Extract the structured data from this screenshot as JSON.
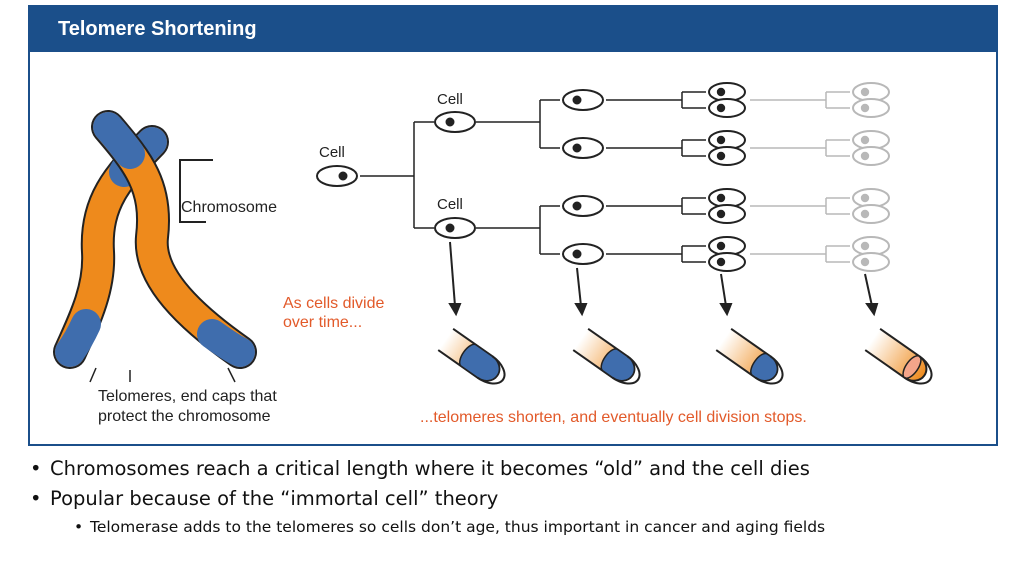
{
  "figure": {
    "title": "Telomere Shortening",
    "labels": {
      "chromosome": "Chromosome",
      "telomeres_line1": "Telomeres, end caps that",
      "telomeres_line2": "protect the chromosome",
      "cell_root": "Cell",
      "cell_top": "Cell",
      "cell_bottom": "Cell",
      "divide_line1": "As cells divide",
      "divide_line2": "over time...",
      "shorten": "...telomeres shorten, and eventually cell division stops."
    },
    "colors": {
      "header": "#1b4f8a",
      "chromatid": "#ee8a1c",
      "telomere": "#3f6dad",
      "accent_text": "#e25a2a",
      "faded_cell": "#b8b8b8",
      "last_cap": "#f4a58a"
    }
  },
  "bullets": [
    "Chromosomes reach a critical length where it becomes “old” and the cell dies",
    "Popular because of  the “immortal cell” theory"
  ],
  "sub_bullets": [
    "Telomerase adds to the telomeres so cells don’t age, thus important in cancer and aging fields"
  ]
}
